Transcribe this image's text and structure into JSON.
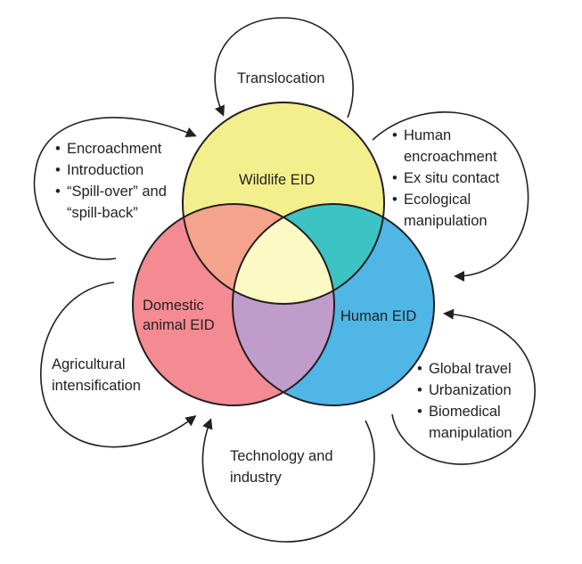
{
  "circles": {
    "wildlife": {
      "label": "Wildlife EID",
      "color": "#f3ef8c"
    },
    "domestic": {
      "label_line1": "Domestic",
      "label_line2": "animal EID",
      "color": "#f48b93"
    },
    "human": {
      "label": "Human EID",
      "color": "#4fb6e5"
    }
  },
  "overlaps": {
    "wildlife_domestic": "#f6a38d",
    "wildlife_human": "#3cc3c3",
    "domestic_human": "#c09ccb",
    "center": "#fbf9c4"
  },
  "drivers": {
    "translocation": {
      "text": "Translocation"
    },
    "wildlife_domestic": {
      "items": [
        "Encroachment",
        "Introduction",
        "“Spill-over” and"
      ],
      "continuation": "“spill-back”"
    },
    "wildlife_human": {
      "items": [
        {
          "line1": "Human",
          "line2": "encroachment"
        },
        {
          "line1": "Ex situ contact",
          "line2": ""
        },
        {
          "line1": "Ecological",
          "line2": "manipulation"
        }
      ]
    },
    "agricultural": {
      "line1": "Agricultural",
      "line2": "intensification"
    },
    "technology": {
      "line1": "Technology and",
      "line2": "industry"
    },
    "human": {
      "items": [
        {
          "line1": "Global travel",
          "line2": ""
        },
        {
          "line1": "Urbanization",
          "line2": ""
        },
        {
          "line1": "Biomedical",
          "line2": "manipulation"
        }
      ]
    }
  }
}
